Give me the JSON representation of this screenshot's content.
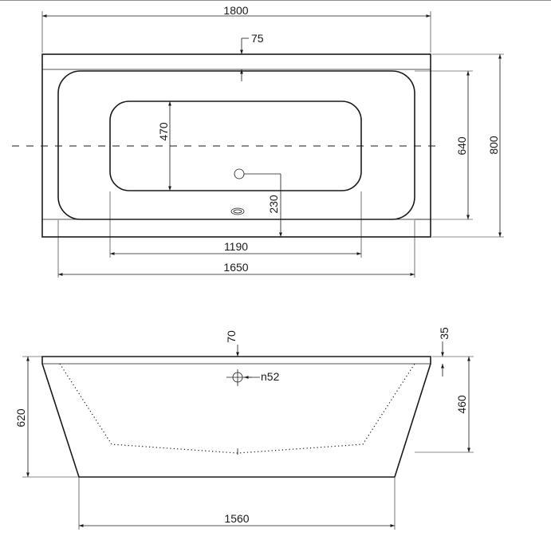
{
  "top_view": {
    "overall_length": "1800",
    "rim_width": "75",
    "overall_width": "800",
    "inner_width": "640",
    "basin_width": "470",
    "drain_offset": "230",
    "basin_length": "1190",
    "inner_length": "1650"
  },
  "side_view": {
    "top_rim": "70",
    "right_rim": "35",
    "overflow_diameter": "n52",
    "inner_depth": "460",
    "overall_height": "620",
    "base_length": "1560"
  },
  "colors": {
    "line": "#1a1a1a",
    "background": "#ffffff"
  }
}
